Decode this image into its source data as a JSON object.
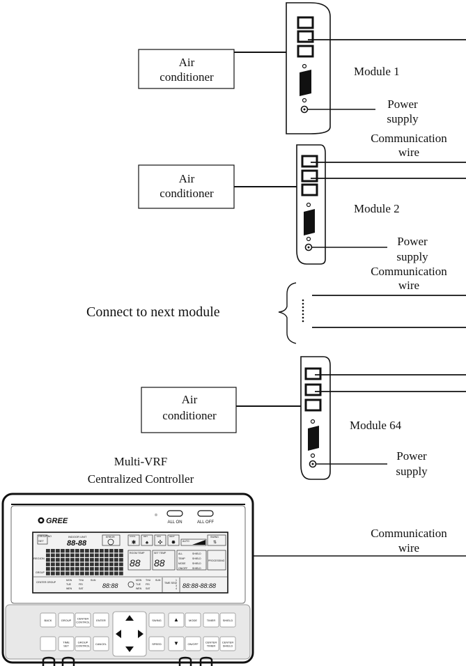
{
  "modules": [
    {
      "ac_label_line1": "Air",
      "ac_label_line2": "conditioner",
      "name": "Module 1",
      "power_line1": "Power",
      "power_line2": "supply"
    },
    {
      "ac_label_line1": "Air",
      "ac_label_line2": "conditioner",
      "name": "Module 2",
      "power_line1": "Power",
      "power_line2": "supply"
    },
    {
      "ac_label_line1": "Air",
      "ac_label_line2": "conditioner",
      "name": "Module 64",
      "power_line1": "Power",
      "power_line2": "supply"
    }
  ],
  "comm_wire_line1": "Communication",
  "comm_wire_line2": "wire",
  "connect_next": "Connect to next module",
  "controller_title_line1": "Multi-VRF",
  "controller_title_line2": "Centralized Controller",
  "controller": {
    "brand": "GREE",
    "all_on": "ALL ON",
    "all_off": "ALL OFF",
    "lcd": {
      "group_no": "GROUP NO",
      "set": "SET",
      "indoor_unit": "INDOOR UNIT",
      "unit_digits": "88-88",
      "error": "ERROR",
      "region": "REGION",
      "group": "GROUP",
      "modes": [
        "COOL",
        "DRY",
        "FAN",
        "HEAT"
      ],
      "auto": "AUTO",
      "swing": "SWING",
      "room_temp": "ROOM TEMP",
      "set_temp": "SET TEMP",
      "temp_digits": "88",
      "shield_rows": [
        "ALL",
        "TEMP",
        "MODE",
        "ON/OFF"
      ],
      "shield": "SHIELD",
      "processing": "PROCESSING",
      "center_group": "CENTER GROUP",
      "days_col1": [
        "MON",
        "TUE",
        "WEN"
      ],
      "days_col2": [
        "THU",
        "FRI",
        "SAT"
      ],
      "days_col3": [
        "SUN"
      ],
      "clock_digits": "88:88",
      "time_seg": "TIME SEG",
      "time_range": "88:88-88:88",
      "seg_numbers": [
        "1",
        "2",
        "3",
        "4"
      ]
    },
    "buttons_row1": [
      "BACK",
      "GROUP",
      "CENTER CONTROL",
      "ENTER",
      "SWING",
      "▲",
      "MODE",
      "TIMER",
      "SHIELD"
    ],
    "buttons_row2": [
      "",
      "TIME SET",
      "GROUP CONTROL",
      "CANCEL",
      "SPEED",
      "▼",
      "ON/OFF",
      "CENTER TIMER",
      "CENTER SHIELD"
    ]
  }
}
